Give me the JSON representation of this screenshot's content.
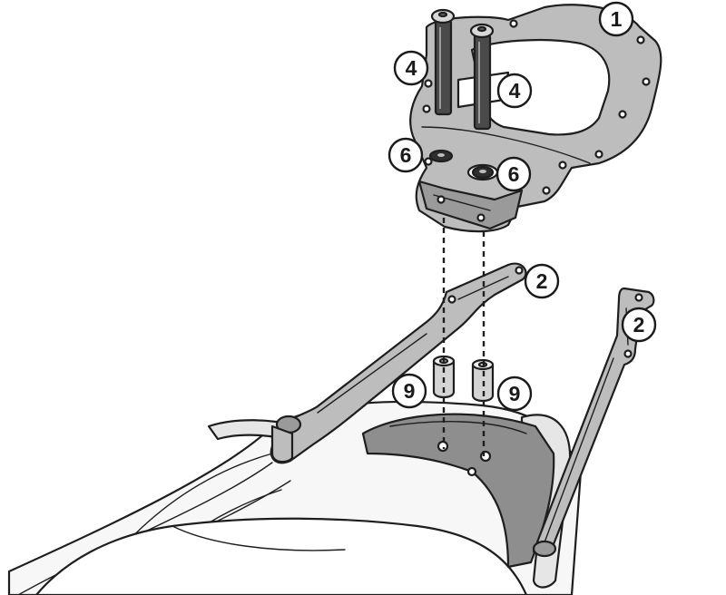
{
  "diagram": {
    "callouts": [
      {
        "id": "plate",
        "label": "1"
      },
      {
        "id": "bolt-left",
        "label": "4"
      },
      {
        "id": "bolt-right",
        "label": "4"
      },
      {
        "id": "washer-left",
        "label": "6"
      },
      {
        "id": "washer-right",
        "label": "6"
      },
      {
        "id": "bracket-left",
        "label": "2"
      },
      {
        "id": "bracket-right",
        "label": "2"
      },
      {
        "id": "spacer-left",
        "label": "9"
      },
      {
        "id": "spacer-right",
        "label": "9"
      }
    ],
    "colors": {
      "ink": "#1e1e1e",
      "metal": "#bdbdbd",
      "metal_dark": "#8e8e8e",
      "bolt": "#4a4a4a",
      "spacer": "#d4d4d4",
      "seat": "#f7f7f7",
      "background": "#ffffff"
    }
  }
}
